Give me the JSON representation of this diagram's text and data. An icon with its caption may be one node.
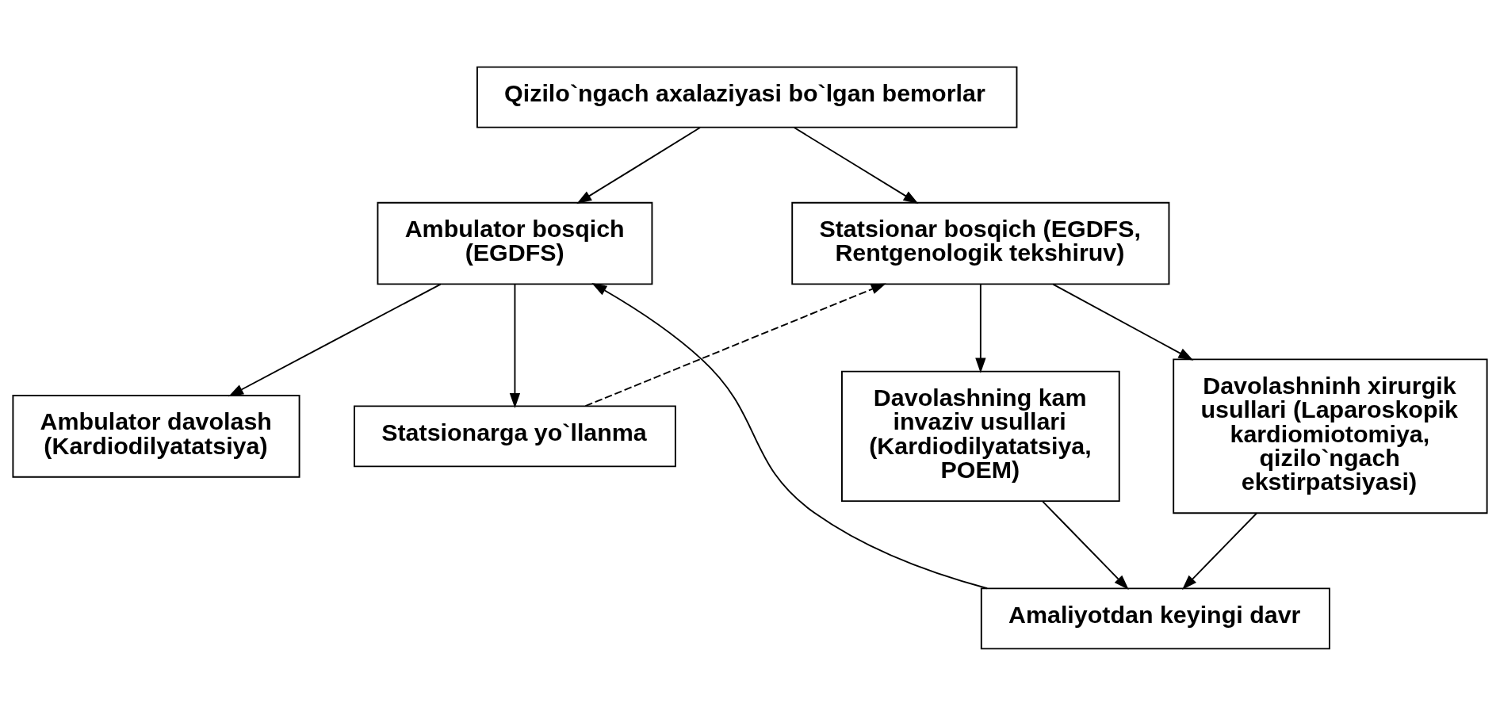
{
  "diagram": {
    "nodes": [
      {
        "text": [
          "Qizilo`ngach axalaziyasi bo`lgan bemorlar"
        ]
      },
      {
        "text": [
          "Ambulator bosqich (EGDFS)"
        ]
      },
      {
        "text": [
          "Statsionar bosqich (EGDFS, Rentgenologik tekshiruv)"
        ]
      },
      {
        "text": [
          "Ambulator davolash (Kardiodilyatatsiya)"
        ]
      },
      {
        "text": [
          "Statsionarga yo`llanma"
        ]
      },
      {
        "text": [
          "Davolashning kam invaziv usullari (Kardiodilyatatsiya, POEM)"
        ]
      },
      {
        "text": [
          "Davolashninh xirurgik usullari (Laparoskopik kardiomiotomiya, qizilo`ngach ekstirpatsiyasi)"
        ]
      },
      {
        "text": [
          "Amaliyotdan keyingi davr"
        ]
      }
    ],
    "edges": [
      {
        "from": 0,
        "to": 1,
        "arrow": "to"
      },
      {
        "from": 0,
        "to": 2,
        "arrow": "to"
      },
      {
        "from": 1,
        "to": 3,
        "arrow": "to"
      },
      {
        "from": 1,
        "to": 4,
        "arrow": "to"
      },
      {
        "from": 4,
        "to": 2,
        "arrow": "to",
        "style": "dashed"
      },
      {
        "from": 2,
        "to": 5,
        "arrow": "to"
      },
      {
        "from": 2,
        "to": 6,
        "arrow": "to"
      },
      {
        "from": 5,
        "to": 7,
        "arrow": "to"
      },
      {
        "from": 6,
        "to": 7,
        "arrow": "to"
      },
      {
        "from": 7,
        "to": 1,
        "arrow": "to"
      }
    ]
  }
}
